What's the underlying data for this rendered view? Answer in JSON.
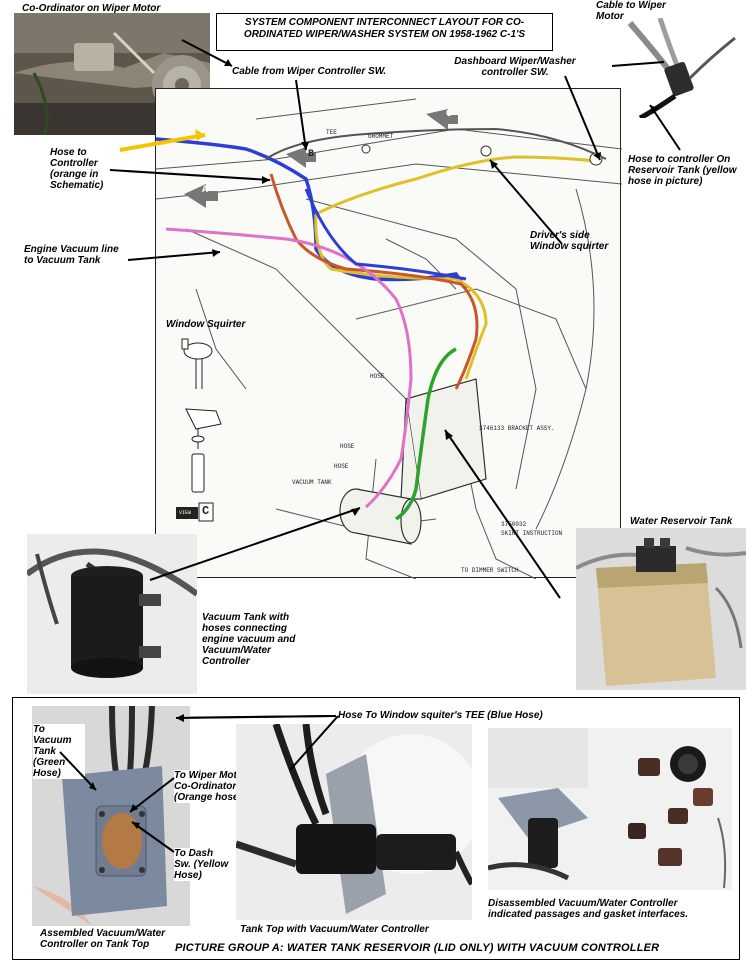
{
  "title": "SYSTEM COMPONENT INTERCONNECT LAYOUT FOR CO-ORDINATED WIPER/WASHER SYSTEM ON 1958-1962 C-1'S",
  "labels": {
    "coordinator_on_wiper_motor": "Co-Ordinator on Wiper Motor",
    "cable_to_wiper_motor": "Cable to Wiper Motor",
    "cable_from_wiper_controller": "Cable from Wiper Controller SW.",
    "dashboard_wiper_washer_sw": "Dashboard Wiper/Washer controller SW.",
    "hose_to_controller": "Hose to Controller (orange in Schematic)",
    "hose_to_controller_reservoir": "Hose to controller On Reservoir Tank (yellow hose in picture)",
    "engine_vacuum_line": "Engine Vacuum line to Vacuum Tank",
    "drivers_side_squirter": "Driver's side Window squirter",
    "window_squirter": "Window Squirter",
    "water_reservoir_tank": "Water Reservoir Tank",
    "vacuum_tank_desc": "Vacuum Tank with hoses connecting engine vacuum and Vacuum/Water Controller",
    "hose_to_tee": "Hose To Window squiter's TEE (Blue Hose)",
    "to_vacuum_tank": "To Vacuum Tank (Green Hose)",
    "to_wiper_motor_coordinator": "To Wiper Motor Co-Ordinator (Orange hose)",
    "to_dash_sw": "To Dash Sw. (Yellow Hose)",
    "assembled_controller": "Assembled Vacuum/Water Controller on Tank Top",
    "tank_top": "Tank Top with Vacuum/Water Controller",
    "disassembled_controller": "Disassembled Vacuum/Water Controller indicated passages and gasket interfaces.",
    "picture_group_caption": "PICTURE GROUP A: WATER TANK RESERVOIR (LID ONLY) WITH VACUUM CONTROLLER"
  },
  "schematic_labels": {
    "tee": "TEE",
    "grommet": "GROMMET",
    "hose_1": "HOSE",
    "hose_2": "HOSE",
    "hose_3": "HOSE",
    "vacuum_tank": "VACUUM TANK",
    "bracket_assy": "3746133  BRACKET ASSY.",
    "part_no": "3750032",
    "skirt_instruction": "SKIRT INSTRUCTION",
    "dimmer_switch": "TO DIMMER SWITCH",
    "callout_a": "A",
    "callout_b": "B",
    "callout_c": "C",
    "view_c": "VIEW",
    "view_c_letter": "C"
  },
  "hose_colors": {
    "blue": "#2b3fd6",
    "orange": "#c9572a",
    "yellow": "#e0c028",
    "green": "#2ea32a",
    "pink": "#e070c8",
    "callout_arrow": "#f5c400"
  }
}
